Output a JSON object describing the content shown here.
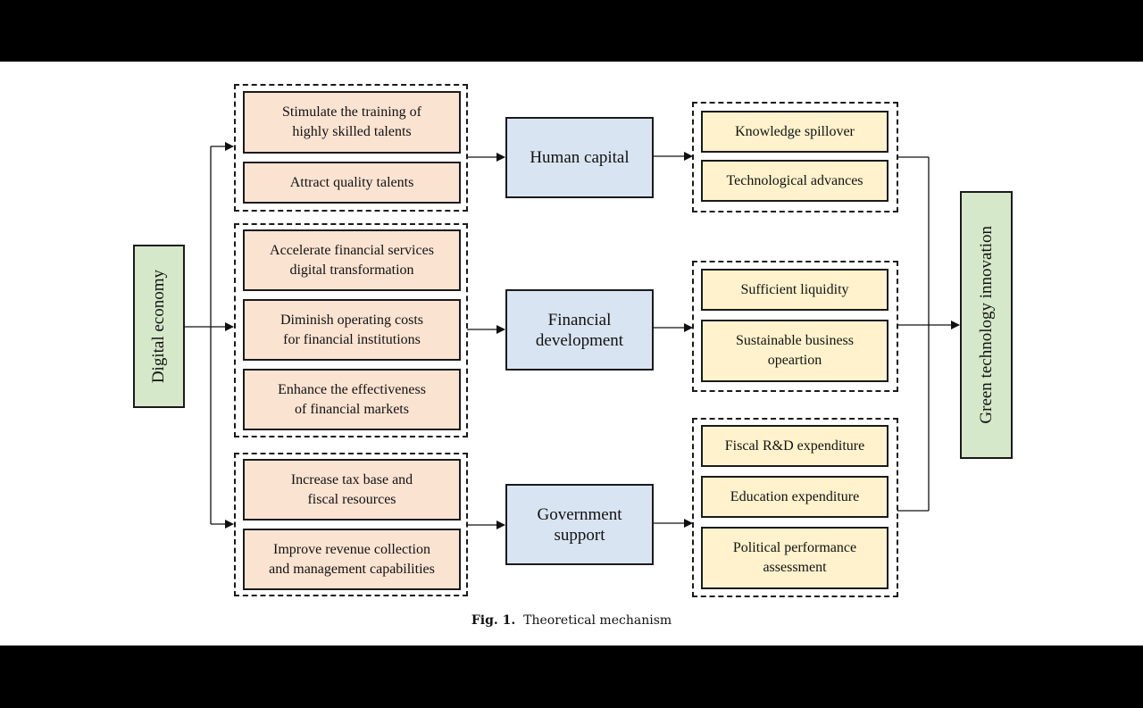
{
  "diagram": {
    "source": "Digital economy",
    "target": "Green technology innovation",
    "mediators": {
      "human_capital": "Human capital",
      "financial_development": "Financial\ndevelopment",
      "government_support": "Government\nsupport"
    },
    "drivers": {
      "human_capital": [
        "Stimulate the training of\nhighly skilled talents",
        "Attract quality talents"
      ],
      "financial_development": [
        "Accelerate financial services\ndigital transformation",
        "Diminish operating costs\nfor financial institutions",
        "Enhance the effectiveness\nof financial markets"
      ],
      "government_support": [
        "Increase tax base and\nfiscal resources",
        "Improve revenue collection\nand management capabilities"
      ]
    },
    "effects": {
      "human_capital": [
        "Knowledge spillover",
        "Technological advances"
      ],
      "financial_development": [
        "Sufficient liquidity",
        "Sustainable business\nopeartion"
      ],
      "government_support": [
        "Fiscal R&D expenditure",
        "Education expenditure",
        "Political performance\nassessment"
      ]
    }
  },
  "caption": {
    "label": "Fig. 1.",
    "text": "Theoretical mechanism"
  }
}
